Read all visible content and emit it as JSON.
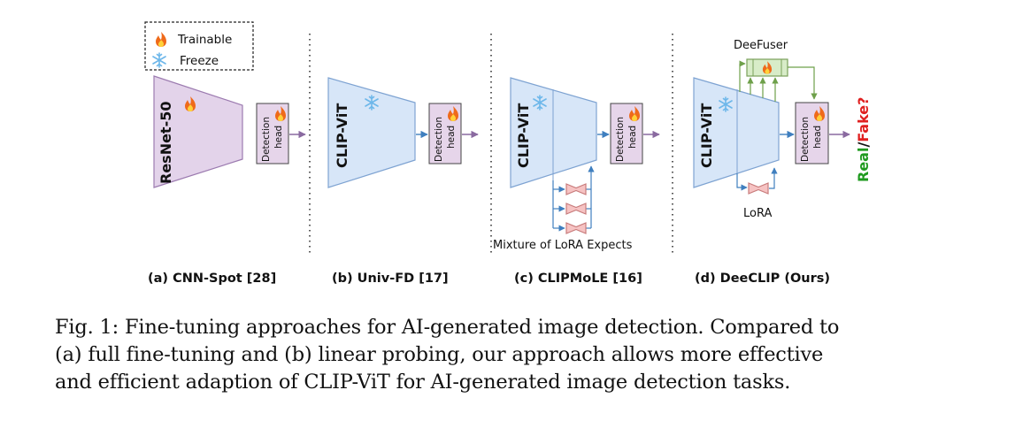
{
  "legend": {
    "trainable_label": "Trainable",
    "freeze_label": "Freeze",
    "trainable_icon": "fire-icon",
    "freeze_icon": "snowflake-icon"
  },
  "panels": {
    "a": {
      "encoder_label": "ResNet-50",
      "head_line1": "Detection",
      "head_line2": "head",
      "caption": "(a) CNN-Spot [28]"
    },
    "b": {
      "encoder_label": "CLIP-ViT",
      "head_line1": "Detection",
      "head_line2": "head",
      "caption": "(b) Univ-FD [17]"
    },
    "c": {
      "encoder_label": "CLIP-ViT",
      "head_line1": "Detection",
      "head_line2": "head",
      "mixture_label": "Mixture of LoRA Expects",
      "caption": "(c) CLIPMoLE [16]"
    },
    "d": {
      "encoder_label": "CLIP-ViT",
      "head_line1": "Detection",
      "head_line2": "head",
      "fuser_label": "DeeFuser",
      "lora_label": "LoRA",
      "output_real": "Real",
      "output_sep": "/",
      "output_fake": "Fake?",
      "caption": "(d) DeeCLIP (Ours)"
    }
  },
  "colors": {
    "resnet_fill": "#e3d3ea",
    "resnet_stroke": "#9c7bb0",
    "clip_fill": "#d7e6f8",
    "clip_stroke": "#7ea3d2",
    "head_fill": "#e6d5ea",
    "lora_fill": "#f6c3c3",
    "lora_stroke": "#c87b7b",
    "fuser_fill": "#d8ecc8",
    "fuser_stroke": "#7aa05a",
    "real": "#1f9a1f",
    "fake": "#e02020"
  },
  "caption": {
    "line1": "Fig. 1: Fine-tuning approaches for AI-generated image detection. Compared to",
    "line2": "(a) full fine-tuning and (b) linear probing, our approach allows more effective",
    "line3": "and efficient adaption of CLIP-ViT for AI-generated image detection tasks."
  }
}
